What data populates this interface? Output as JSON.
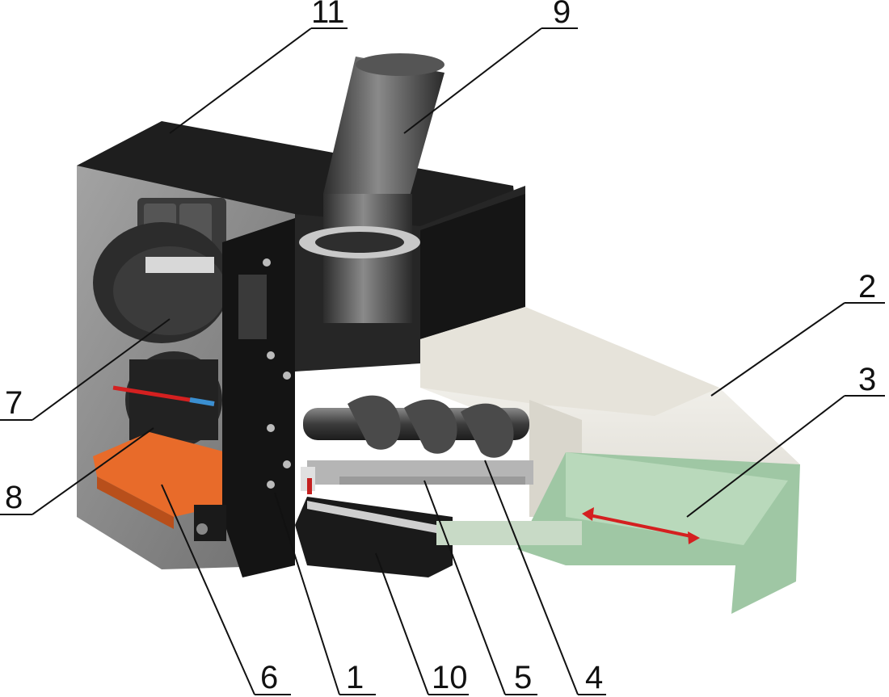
{
  "colors": {
    "housing": "#1e1e1e",
    "housing_side": "#8c8c8c",
    "pipe": "#4a4a4a",
    "auger": "#3a3a3a",
    "combustion_chamber": "#f1efe9",
    "grate": "#9fc7a4",
    "control_box": "#e86b2a",
    "motion_arrow": "#d42020",
    "callout_line": "#111111"
  },
  "callouts": [
    {
      "id": "1",
      "label": "1"
    },
    {
      "id": "2",
      "label": "2"
    },
    {
      "id": "3",
      "label": "3"
    },
    {
      "id": "4",
      "label": "4"
    },
    {
      "id": "5",
      "label": "5"
    },
    {
      "id": "6",
      "label": "6"
    },
    {
      "id": "7",
      "label": "7"
    },
    {
      "id": "8",
      "label": "8"
    },
    {
      "id": "9",
      "label": "9"
    },
    {
      "id": "10",
      "label": "10"
    },
    {
      "id": "11",
      "label": "11"
    }
  ]
}
